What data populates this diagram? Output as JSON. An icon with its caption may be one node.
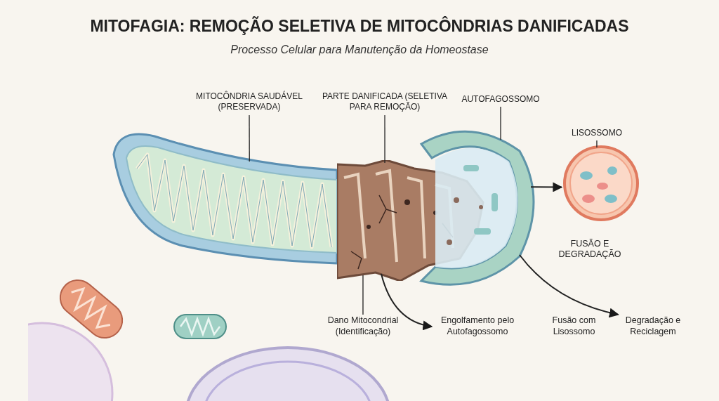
{
  "diagram": {
    "title": "MITOFAGIA: REMOÇÃO SELETIVA DE MITOCÔNDRIAS DANIFICADAS",
    "caption": "Processo Celular para Manutenção da Homeostase",
    "nodes": [
      {
        "text": [
          "MITOCÔNDRIA SAUDÁVEL (PRESERVADA)"
        ]
      },
      {
        "text": [],
        "shape": "picture"
      },
      {
        "text": [
          "PARTE DANIFICADA (SELETIVA PARA REMOÇÃO)"
        ]
      },
      {
        "text": [],
        "shape": "picture"
      },
      {
        "text": [
          "AUTOFAGOSSOMO"
        ]
      },
      {
        "text": [],
        "shape": "picture"
      },
      {
        "text": [
          "LISOSSOMO"
        ]
      },
      {
        "text": [],
        "shape": "picture"
      },
      {
        "text": [
          "Dano Mitocondrial (Identificação)"
        ]
      },
      {
        "text": [
          "Engolfamento pelo Autofagossomo"
        ]
      },
      {
        "text": [
          "Fusão com Lisossomo"
        ]
      },
      {
        "text": [
          "Degradação e Reciclagem"
        ]
      }
    ],
    "edges": [
      {
        "from": 0,
        "to": 1,
        "arrow": "none"
      },
      {
        "from": 2,
        "to": 3,
        "arrow": "none"
      },
      {
        "from": 4,
        "to": 5,
        "arrow": "none"
      },
      {
        "from": 6,
        "to": 7,
        "arrow": "none"
      },
      {
        "from": 8,
        "to": 3,
        "arrow": "none"
      },
      {
        "from": 3,
        "to": 9,
        "arrow": "to"
      },
      {
        "from": 5,
        "to": 7,
        "arrow": "to"
      },
      {
        "from": 5,
        "to": 11,
        "arrow": "to"
      }
    ],
    "labels": [
      "FUSÃO E DEGRADAÇÃO"
    ]
  }
}
